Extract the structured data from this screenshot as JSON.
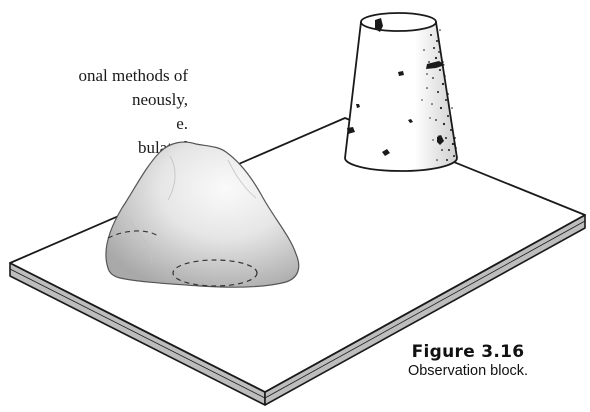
{
  "body_text": {
    "lines": [
      "onal methods of",
      "neously,",
      "e.",
      "bulated"
    ]
  },
  "figure": {
    "label": "Figure 3.16",
    "title": "Observation block."
  },
  "colors": {
    "ink": "#1a1a1a",
    "slab_top": "#ffffff",
    "slab_side_band": "#bdbdbd",
    "clay_light": "#f2f2f2",
    "clay_shade": "#b8b8b8"
  }
}
